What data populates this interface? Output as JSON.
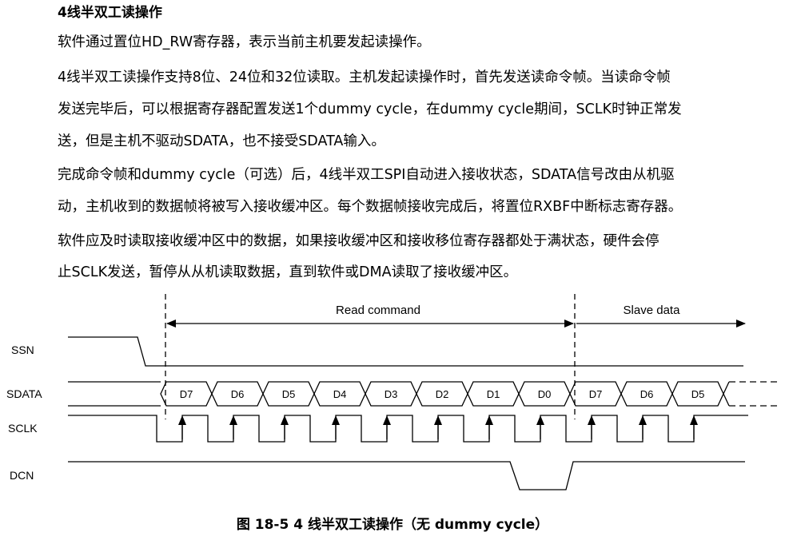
{
  "section_title": "4线半双工读操作",
  "paragraphs": [
    "软件通过置位HD_RW寄存器，表示当前主机要发起读操作。",
    "4线半双工读操作支持8位、24位和32位读取。主机发起读操作时，首先发送读命令帧。当读命令帧",
    "发送完毕后，可以根据寄存器配置发送1个dummy cycle，在dummy cycle期间，SCLK时钟正常发",
    "送，但是主机不驱动SDATA，也不接受SDATA输入。",
    "完成命令帧和dummy cycle（可选）后，4线半双工SPI自动进入接收状态，SDATA信号改由从机驱",
    "动，主机收到的数据帧将被写入接收缓冲区。每个数据帧接收完成后，将置位RXBF中断标志寄存器。",
    "软件应及时读取接收缓冲区中的数据，如果接收缓冲区和接收移位寄存器都处于满状态，硬件会停",
    "止SCLK发送，暂停从从机读取数据，直到软件或DMA读取了接收缓冲区。"
  ],
  "diagram": {
    "phases": [
      "Read command",
      "Slave data"
    ],
    "signals": [
      "SSN",
      "SDATA",
      "SCLK",
      "DCN"
    ],
    "command_bits": [
      "D7",
      "D6",
      "D5",
      "D4",
      "D3",
      "D2",
      "D1",
      "D0"
    ],
    "data_bits": [
      "D7",
      "D6",
      "D5"
    ]
  },
  "caption": "图 18-5 4 线半双工读操作（无 dummy cycle）"
}
